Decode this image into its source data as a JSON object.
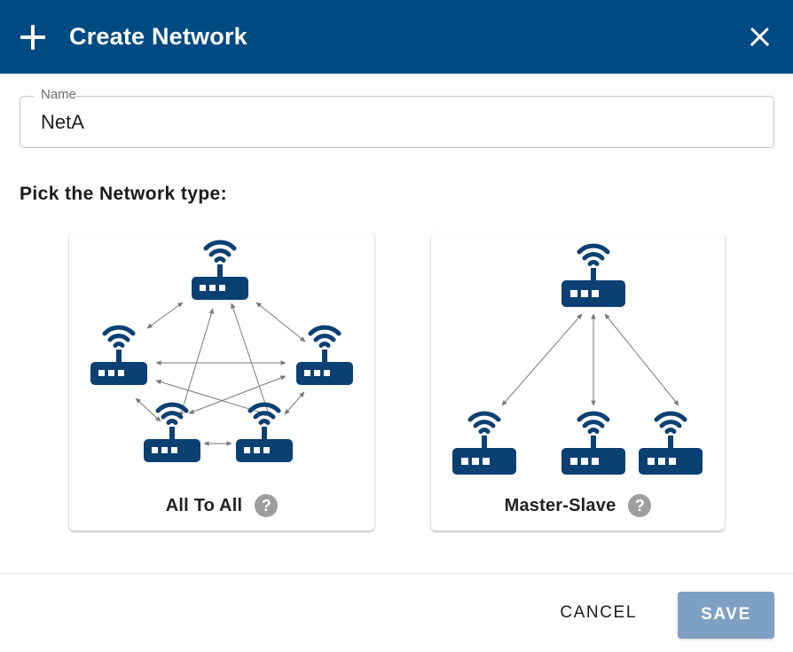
{
  "header": {
    "plus_icon": "plus-icon",
    "title": "Create Network",
    "close_icon": "close-icon",
    "background_color": "#004A84"
  },
  "form": {
    "name_field": {
      "label": "Name",
      "value": "NetA",
      "placeholder": ""
    }
  },
  "section": {
    "heading": "Pick the Network type:"
  },
  "network_types": [
    {
      "id": "all-to-all",
      "label": "All To All",
      "help_icon": "help-icon",
      "help_glyph": "?",
      "selected": false,
      "diagram": {
        "type": "mesh",
        "node_count": 5,
        "node_icon": "wifi-router-icon",
        "arrow_style": "double-headed",
        "node_color": "#0B4073",
        "arrow_color": "#7a7a7a"
      }
    },
    {
      "id": "master-slave",
      "label": "Master-Slave",
      "help_icon": "help-icon",
      "help_glyph": "?",
      "selected": false,
      "diagram": {
        "type": "star",
        "node_count": 4,
        "master_count": 1,
        "slave_count": 3,
        "node_icon": "wifi-router-icon",
        "arrow_style": "double-headed",
        "node_color": "#0B4073",
        "arrow_color": "#7a7a7a"
      }
    }
  ],
  "footer": {
    "cancel_label": "CANCEL",
    "save_label": "SAVE",
    "save_enabled": false,
    "save_color": "#7EA0C2"
  }
}
